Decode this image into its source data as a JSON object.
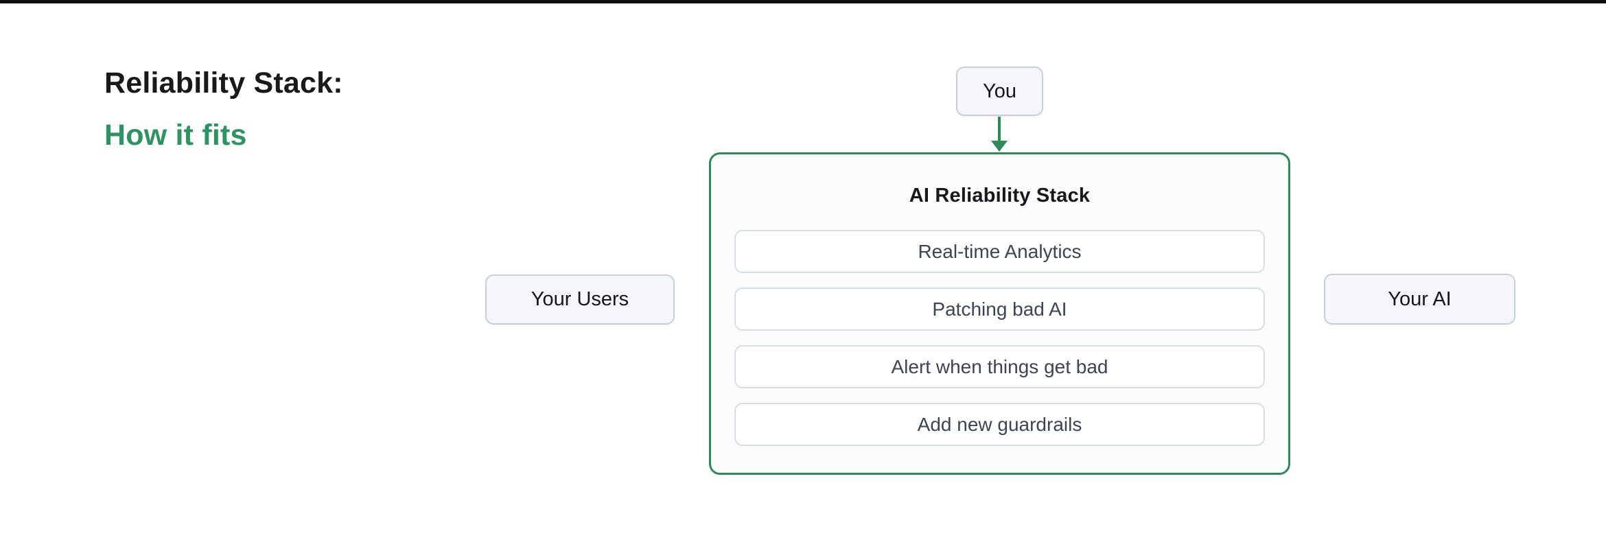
{
  "header": {
    "line1": "Reliability Stack:",
    "line2": "How it fits"
  },
  "nodes": {
    "you": "You",
    "users": "Your Users",
    "ai": "Your AI"
  },
  "stack": {
    "title": "AI Reliability Stack",
    "items": [
      "Real-time Analytics",
      "Patching bad AI",
      "Alert when things get bad",
      "Add new guardrails"
    ]
  },
  "colors": {
    "accent_green": "#2E8B57",
    "heading_green": "#2E9362",
    "top_divider": "#101010",
    "node_background": "#F4F6F9",
    "node_border": "#C8CFDB",
    "stack_background": "#FAFDFB",
    "item_border": "#D7DCE5",
    "text_dark": "#17191B",
    "item_text": "#3D4452"
  }
}
